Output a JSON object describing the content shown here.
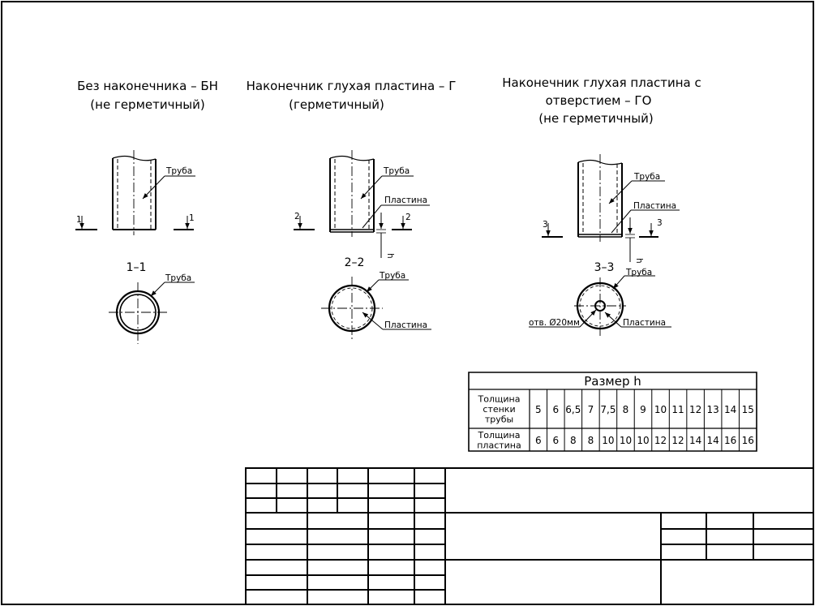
{
  "titles": {
    "bn": [
      "Без наконечника – БН",
      "(не герметичный)"
    ],
    "g": [
      "Наконечник глухая пластина – Г",
      "(герметичный)"
    ],
    "go": [
      "Наконечник глухая пластина с",
      "отверстием – ГО",
      "(не герметичный)"
    ]
  },
  "labels": {
    "pipe": "Труба",
    "plate": "Пластина",
    "hole": "отв. Ø20мм",
    "h": "h"
  },
  "section_marks": {
    "s1": "1",
    "s2": "2",
    "s3": "3"
  },
  "sections": {
    "s1": "1–1",
    "s2": "2–2",
    "s3": "3–3"
  },
  "table": {
    "title": "Размер h",
    "rows": [
      {
        "label": [
          "Толщина",
          "стенки",
          "трубы"
        ],
        "values": [
          "5",
          "6",
          "6,5",
          "7",
          "7,5",
          "8",
          "9",
          "10",
          "11",
          "12",
          "13",
          "14",
          "15"
        ]
      },
      {
        "label": [
          "Толщина",
          "пластина"
        ],
        "values": [
          "6",
          "6",
          "8",
          "8",
          "10",
          "10",
          "10",
          "12",
          "12",
          "14",
          "14",
          "16",
          "16"
        ]
      }
    ]
  }
}
